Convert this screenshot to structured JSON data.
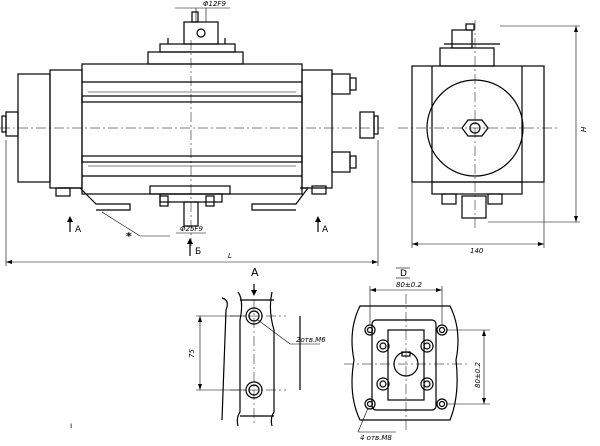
{
  "drawing": {
    "labels": {
      "phi12": "Φ12F9",
      "phi25": "Φ25F9",
      "view_a_left": "A",
      "view_b": "Б",
      "length": "L",
      "view_a_right": "A",
      "star": "*",
      "height": "H",
      "width_140": "140",
      "view_a_title": "A",
      "view_d_title": "D",
      "dim_75": "75",
      "holes_m6": "2отв.М6",
      "dim_80_top": "80±0.2",
      "dim_80_side": "80±0.2",
      "holes_m8": "4 отв.М8",
      "stray_mark": "ı"
    }
  }
}
